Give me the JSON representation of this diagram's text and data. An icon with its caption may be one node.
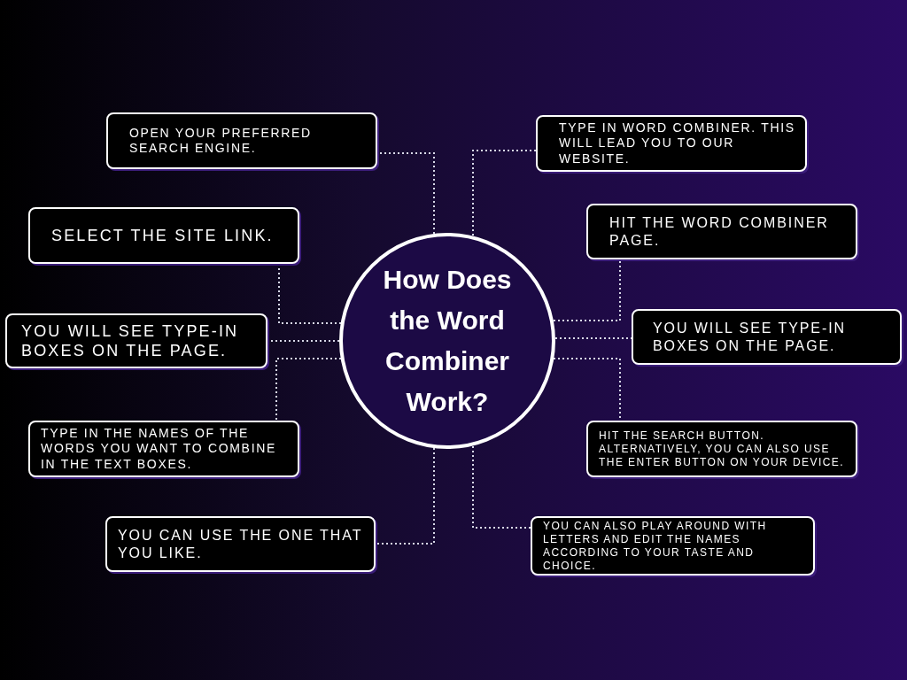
{
  "diagram": {
    "nodes": [
      {
        "text": [
          "How Does the Word Combiner Work?"
        ]
      },
      {
        "text": [
          "OPEN YOUR PREFERRED SEARCH ENGINE."
        ]
      },
      {
        "text": [
          "SELECT THE SITE LINK."
        ]
      },
      {
        "text": [
          "YOU WILL SEE TYPE-IN BOXES ON THE PAGE."
        ]
      },
      {
        "text": [
          "TYPE IN THE NAMES OF THE WORDS YOU WANT TO COMBINE IN THE TEXT BOXES."
        ]
      },
      {
        "text": [
          "YOU CAN USE THE ONE THAT YOU LIKE."
        ]
      },
      {
        "text": [
          "TYPE IN WORD COMBINER. THIS WILL LEAD YOU TO OUR WEBSITE."
        ]
      },
      {
        "text": [
          "HIT THE WORD COMBINER PAGE."
        ]
      },
      {
        "text": [
          "YOU WILL SEE TYPE-IN BOXES ON THE PAGE."
        ]
      },
      {
        "text": [
          "HIT THE SEARCH BUTTON. ALTERNATIVELY, YOU CAN ALSO USE THE ENTER BUTTON ON YOUR DEVICE."
        ]
      },
      {
        "text": [
          "YOU CAN ALSO PLAY AROUND WITH LETTERS AND EDIT THE NAMES ACCORDING TO YOUR TASTE AND CHOICE."
        ]
      }
    ],
    "edges": [
      {
        "from": 0,
        "to": 1,
        "arrow": "none",
        "style": "dashed"
      },
      {
        "from": 0,
        "to": 2,
        "arrow": "none",
        "style": "dashed"
      },
      {
        "from": 0,
        "to": 3,
        "arrow": "none",
        "style": "dashed"
      },
      {
        "from": 0,
        "to": 4,
        "arrow": "none",
        "style": "dashed"
      },
      {
        "from": 0,
        "to": 5,
        "arrow": "none",
        "style": "dashed"
      },
      {
        "from": 0,
        "to": 6,
        "arrow": "none",
        "style": "dashed"
      },
      {
        "from": 0,
        "to": 7,
        "arrow": "none",
        "style": "dashed"
      },
      {
        "from": 0,
        "to": 8,
        "arrow": "none",
        "style": "dashed"
      },
      {
        "from": 0,
        "to": 9,
        "arrow": "none",
        "style": "dashed"
      },
      {
        "from": 0,
        "to": 10,
        "arrow": "none",
        "style": "dashed"
      }
    ]
  }
}
